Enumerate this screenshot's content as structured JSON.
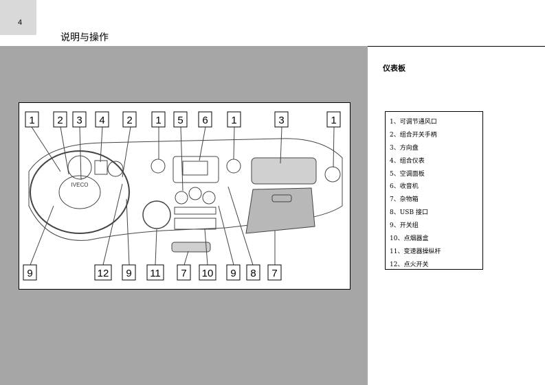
{
  "page": {
    "number": "4",
    "header_title": "说明与操作"
  },
  "section": {
    "title": "仪表板"
  },
  "legend": [
    "1、可调节通风口",
    "2、组合开关手柄",
    "3、方向盘",
    "4、组合仪表",
    "5、空调面板",
    "6、收音机",
    "7、杂物箱",
    "8、USB 接口",
    "9、开关组",
    "10、点烟器盒",
    "11、变速器操纵杆",
    "12、点火开关"
  ],
  "figure": {
    "top_callouts": [
      "1",
      "2",
      "3",
      "4",
      "2",
      "1",
      "5",
      "6",
      "1",
      "3",
      "1"
    ],
    "bottom_callouts": [
      "9",
      "12",
      "9",
      "11",
      "7",
      "10",
      "9",
      "8",
      "7"
    ],
    "wheel_badge": "IVECO"
  }
}
